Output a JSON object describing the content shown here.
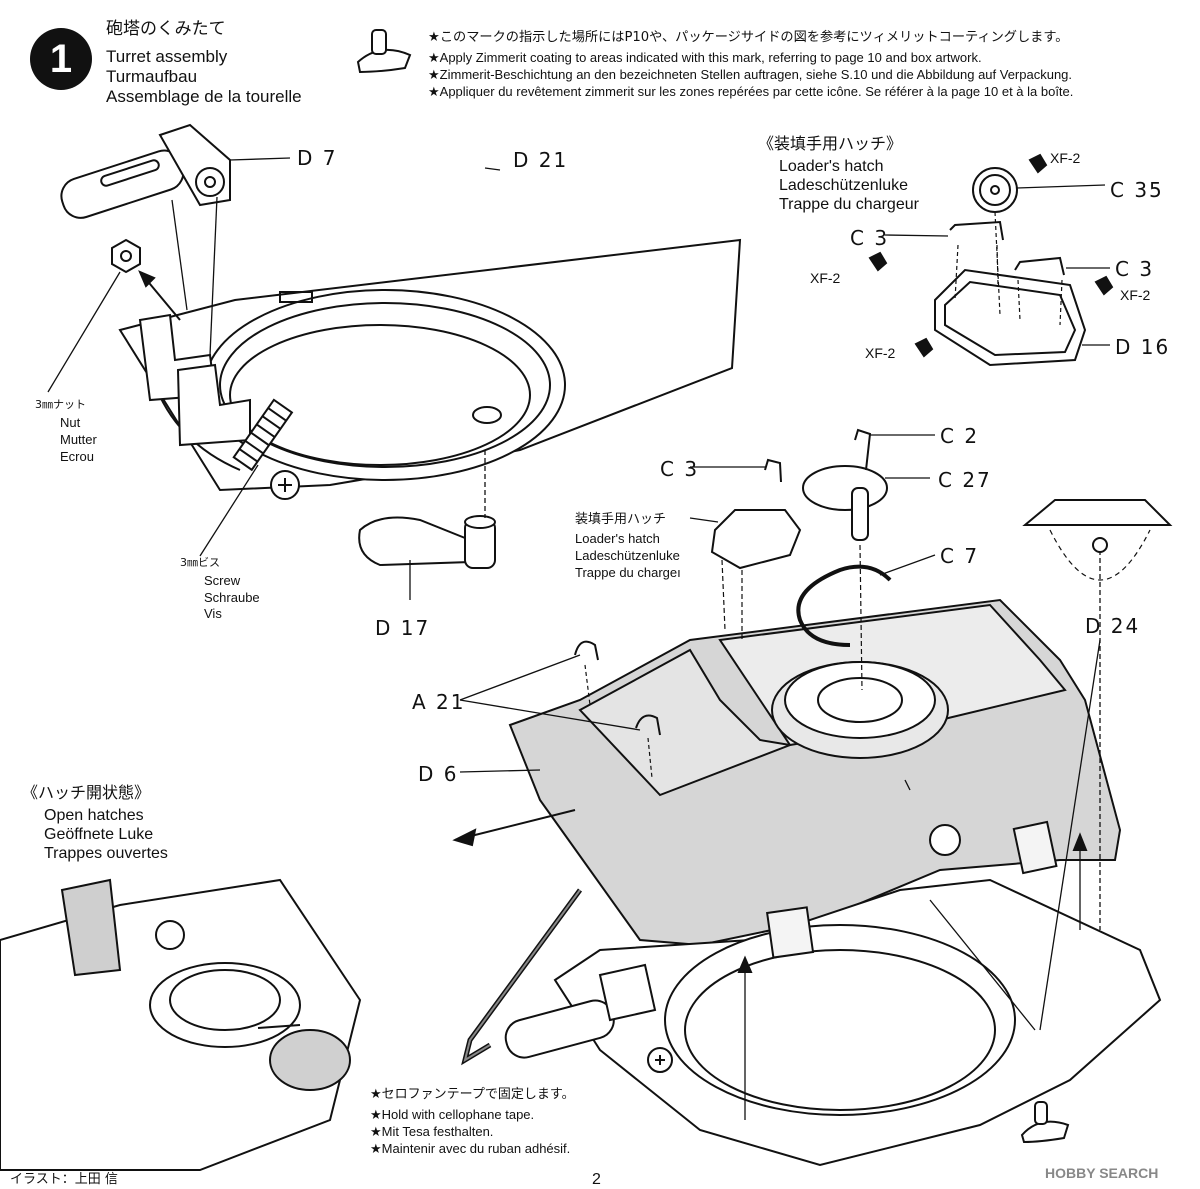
{
  "step": {
    "number": "1",
    "title_jp": "砲塔のくみたて",
    "title_en": "Turret assembly",
    "title_de": "Turmaufbau",
    "title_fr": "Assemblage de la tourelle"
  },
  "zimmerit_note": {
    "jp": "★このマークの指示した場所にはP10や、パッケージサイドの図を参考にツィメリットコーティングします。",
    "en": "★Apply Zimmerit coating to areas indicated with this mark, referring to page 10 and box artwork.",
    "de": "★Zimmerit-Beschichtung an den bezeichneten Stellen auftragen, siehe S.10 und die Abbildung auf Verpackung.",
    "fr": "★Appliquer du revêtement zimmerit sur les zones repérées par cette icône. Se référer à la page 10 et à la boîte."
  },
  "nut": {
    "jp": "3㎜ナット",
    "en": "Nut",
    "de": "Mutter",
    "fr": "Ecrou"
  },
  "screw": {
    "jp": "3㎜ビス",
    "en": "Screw",
    "de": "Schraube",
    "fr": "Vis"
  },
  "loaders_hatch_top": {
    "jp": "《装填手用ハッチ》",
    "en": "Loader's hatch",
    "de": "Ladeschützenluke",
    "fr": "Trappe du chargeur"
  },
  "loaders_hatch_mid": {
    "jp": "装填手用ハッチ",
    "en": "Loader's hatch",
    "de": "Ladeschützenluke",
    "fr": "Trappe du chargeı"
  },
  "open_hatches": {
    "jp": "《ハッチ開状態》",
    "en": "Open hatches",
    "de": "Geöffnete Luke",
    "fr": "Trappes ouvertes"
  },
  "tape_note": {
    "jp": "★セロファンテープで固定します。",
    "en": "★Hold with cellophane tape.",
    "de": "★Mit Tesa festhalten.",
    "fr": "★Maintenir avec du ruban adhésif."
  },
  "parts": {
    "d7": "D 7",
    "d21": "D 21",
    "d17": "D 17",
    "c35": "C 35",
    "c3a": "C 3",
    "c3b": "C 3",
    "d16": "D 16",
    "c2": "C 2",
    "c3c": "C 3",
    "c27": "C 27",
    "c7": "C 7",
    "d24": "D 24",
    "a21": "A 21",
    "d6": "D 6"
  },
  "paint": {
    "p1": "XF-2",
    "p2": "XF-2",
    "p3": "XF-2",
    "p4": "XF-2"
  },
  "footer": {
    "credit": "イラスト：上田 信",
    "page": "2"
  },
  "watermark": "HOBBY SEARCH"
}
